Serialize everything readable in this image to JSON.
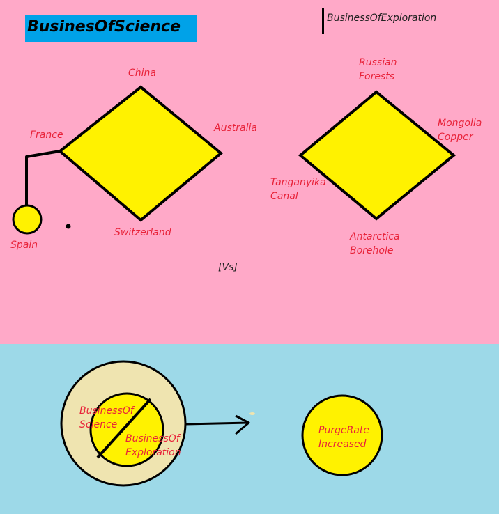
{
  "colors": {
    "top_background": "#ffa9c8",
    "bottom_background": "#9dd9e8",
    "title_box": "#00a2e8",
    "shape_fill": "#fff200",
    "ring_fill": "#efe4b0",
    "label_text": "#e8233a",
    "outline": "#000000"
  },
  "header": {
    "title": "BusinesOfScience",
    "legend_label": "BusinessOfExploration"
  },
  "science_diamond": {
    "top": "China",
    "left": "France",
    "right": "Australia",
    "bottom": "Switzerland",
    "attached_circle": "Spain"
  },
  "exploration_diamond": {
    "top": "Russian\nForests",
    "right": "Mongolia\nCopper",
    "left": "Tanganyika\nCanal",
    "bottom": "Antarctica\nBorehole"
  },
  "versus_label": "[Vs]",
  "outcome": {
    "inner_left": "BusinessOf\nScience",
    "inner_right": "BusinessOf\nExploration",
    "result": "PurgeRate\nIncreased"
  }
}
